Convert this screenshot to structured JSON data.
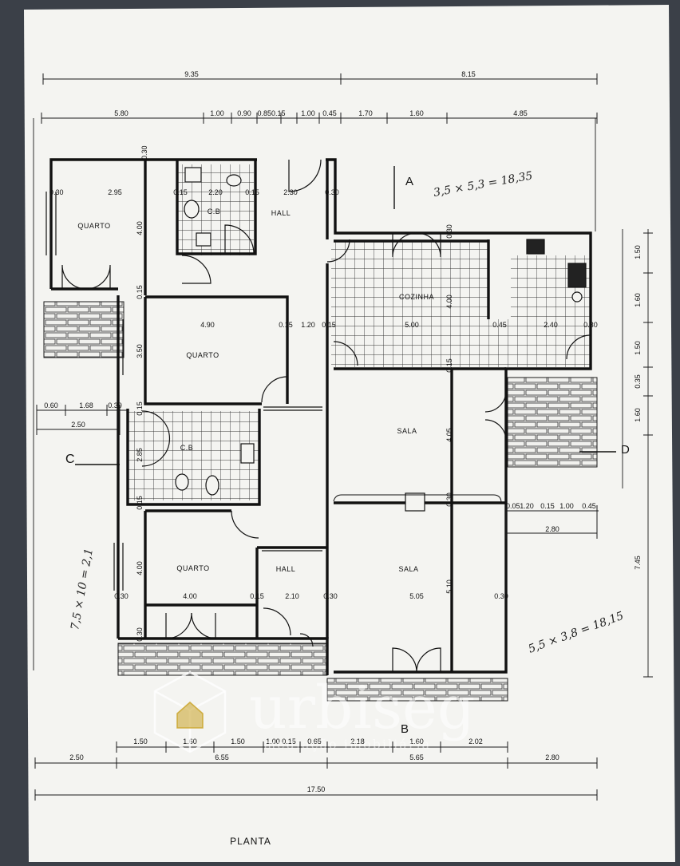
{
  "plan": {
    "title": "PLANTA",
    "section_marks": {
      "a": "A",
      "b": "B",
      "c": "C",
      "d": "D"
    },
    "top_dims_1": [
      "9.35",
      "8.15"
    ],
    "top_dims_2": [
      "5.80",
      "1.00",
      "0.90",
      "0.850.15",
      "1.00",
      "0.45",
      "1.70",
      "1.60",
      "4.85"
    ],
    "bottom_dims_1": [
      "1.50",
      "1.60",
      "1.50",
      "1.00 0.15",
      "0.65",
      "2.18",
      "1.60",
      "2.02"
    ],
    "bottom_dims_2": [
      "2.50",
      "6.55",
      "5.65",
      "2.80"
    ],
    "bottom_total": "17.50",
    "right_dims": [
      "1.50",
      "1.60",
      "1.50",
      "0.35",
      "1.60",
      "7.45"
    ],
    "rooms": {
      "quarto_1": "QUARTO",
      "wc_1": "C.B",
      "hall_1": "HALL",
      "quarto_2": "QUARTO",
      "cozinha": "COZINHA",
      "sala_1": "SALA",
      "wc_2": "C.B",
      "quarto_3": "QUARTO",
      "hall_2": "HALL",
      "sala_2": "SALA"
    },
    "inner_dims": {
      "q1_w": "2.95",
      "q1_l": "0.30",
      "q1_h": "4.00",
      "wc1_w": "2.20",
      "wc1_a": "0.15",
      "wc1_b": "0.15",
      "hall1_w": "2.30",
      "hall1_r": "0.30",
      "q2_w": "4.90",
      "q2_h": "3.50",
      "q2_top": "0.15",
      "mid_a": "0.15",
      "mid_w": "1.20",
      "mid_b": "0.15",
      "coz_w": "5.00",
      "coz_h": "4.00",
      "coz_b": "0.45",
      "coz_c": "2.40",
      "coz_d": "0.30",
      "coz_top": "0.30",
      "coz_bot": "0.15",
      "q1_bot": "0.15",
      "left_a": "0.60",
      "left_b": "1.68",
      "left_c": "0.30",
      "left_total": "2.50",
      "wc2_h": "2.85",
      "wc2_t": "0.15",
      "wc2_b": "0.15",
      "sala1_h": "4.05",
      "sala1_b": "0.30",
      "right_a": "0.05",
      "right_b": "1.20",
      "right_c": "0.15",
      "right_d": "1.00",
      "right_e": "0.45",
      "right_total": "2.80",
      "q3_w": "4.00",
      "q3_h": "4.00",
      "q3_l": "0.30",
      "q3_b": "0.15",
      "hall2_w": "2.10",
      "hall2_r": "0.30",
      "sala2_w": "5.05",
      "sala2_h": "5.10",
      "sala2_r": "0.30",
      "bot_l": "0.30",
      "top_small": "0.30"
    },
    "handwritten": {
      "note_top": "3,5 × 5,3 = 18,35",
      "note_left": "7,5 × 10 = 2,1",
      "note_right": "5,5 × 3,8 = 18,15"
    }
  },
  "watermark": {
    "brand": "urbiseg",
    "tagline": "mediação imobiliária"
  },
  "colors": {
    "paper": "#f4f4f1",
    "ink": "#1a1a1a",
    "background": "#3b4048",
    "watermark": "#ffffff",
    "logo_accent": "#c9a227"
  }
}
